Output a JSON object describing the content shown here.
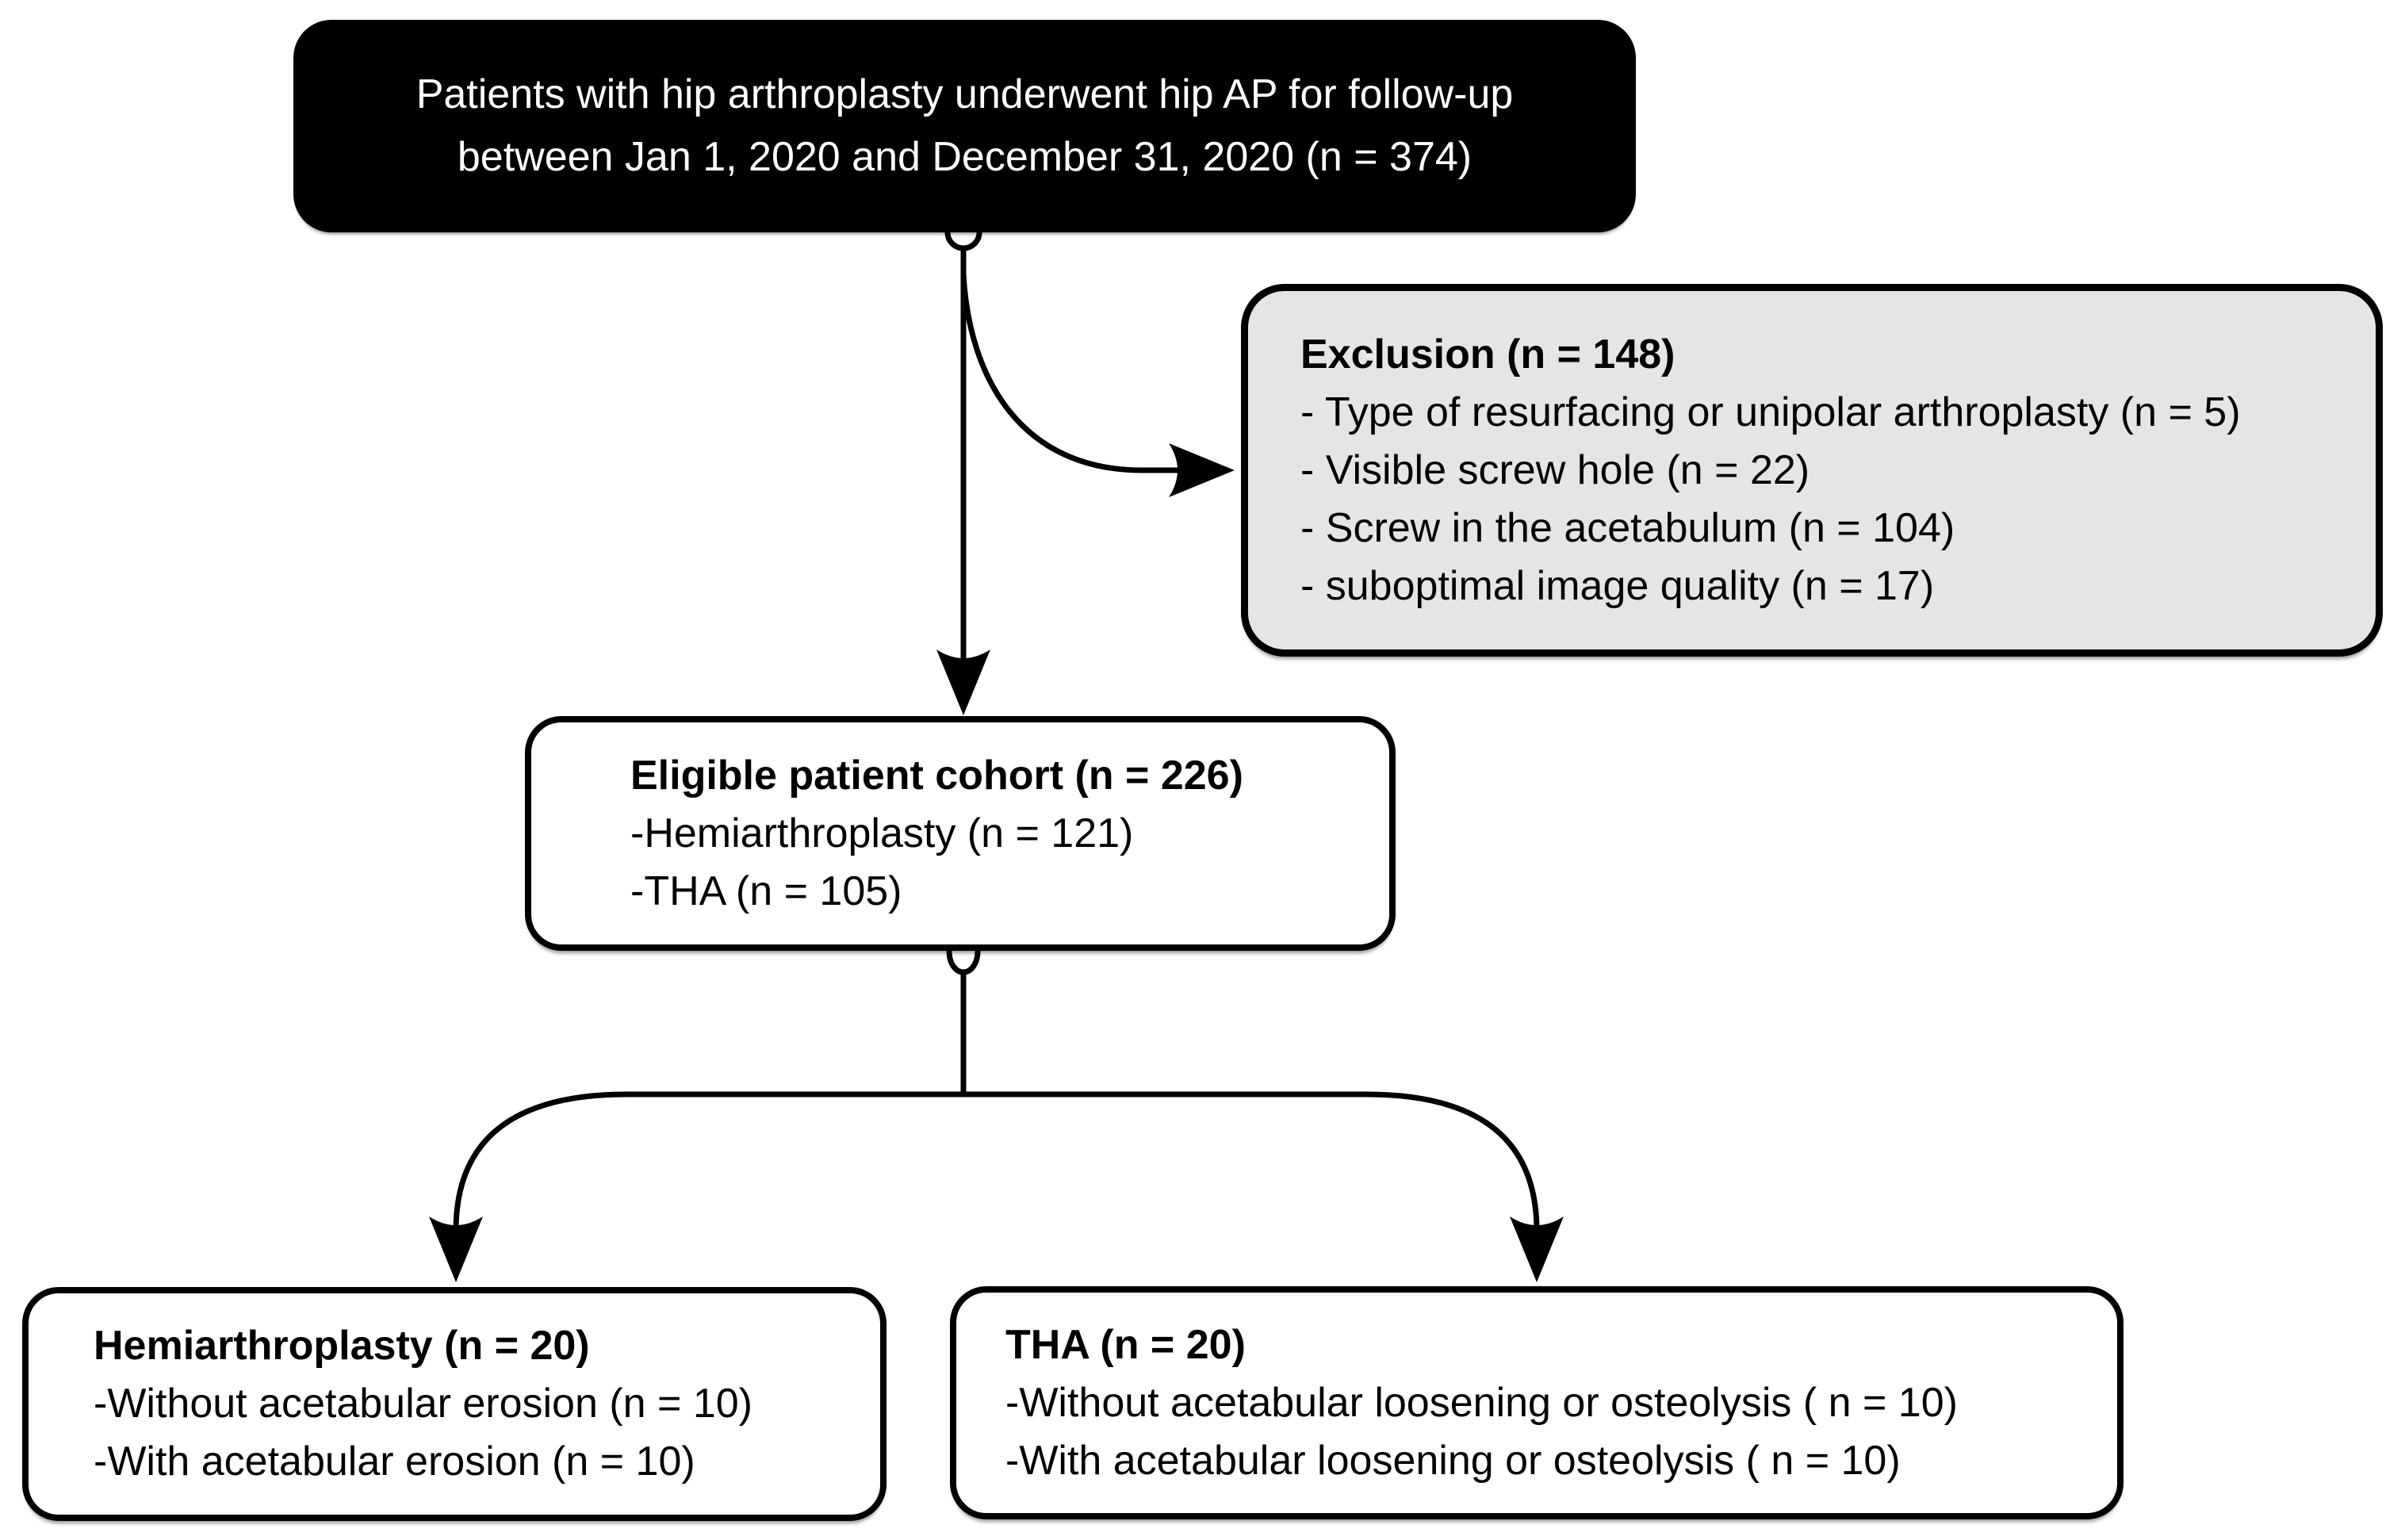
{
  "figure": {
    "type": "patient-flow-diagram",
    "colors": {
      "black": "#000000",
      "white": "#ffffff",
      "gray_fill": "#e5e5e5",
      "stroke": "#000000"
    },
    "boxes": {
      "recruitment": {
        "lines": [
          "Patients with hip arthroplasty underwent hip AP for follow-up",
          "between Jan 1, 2020 and December 31, 2020 (n = 374)"
        ]
      },
      "exclusion": {
        "title": "Exclusion (n = 148)",
        "items": [
          "- Type of resurfacing or unipolar arthroplasty (n = 5)",
          "- Visible screw hole (n = 22)",
          "- Screw in the acetabulum (n = 104)",
          "- suboptimal image quality (n = 17)"
        ]
      },
      "eligible": {
        "title": "Eligible patient cohort (n = 226)",
        "items": [
          "-Hemiarthroplasty (n = 121)",
          "-THA (n = 105)"
        ]
      },
      "hemiarthroplasty_group": {
        "title": "Hemiarthroplasty (n = 20)",
        "items": [
          "-Without acetabular erosion (n = 10)",
          "-With acetabular erosion (n = 10)"
        ]
      },
      "tha_group": {
        "title": "THA (n = 20)",
        "items": [
          "-Without acetabular loosening or osteolysis ( n = 10)",
          "-With acetabular loosening or osteolysis ( n = 10)"
        ]
      }
    }
  }
}
